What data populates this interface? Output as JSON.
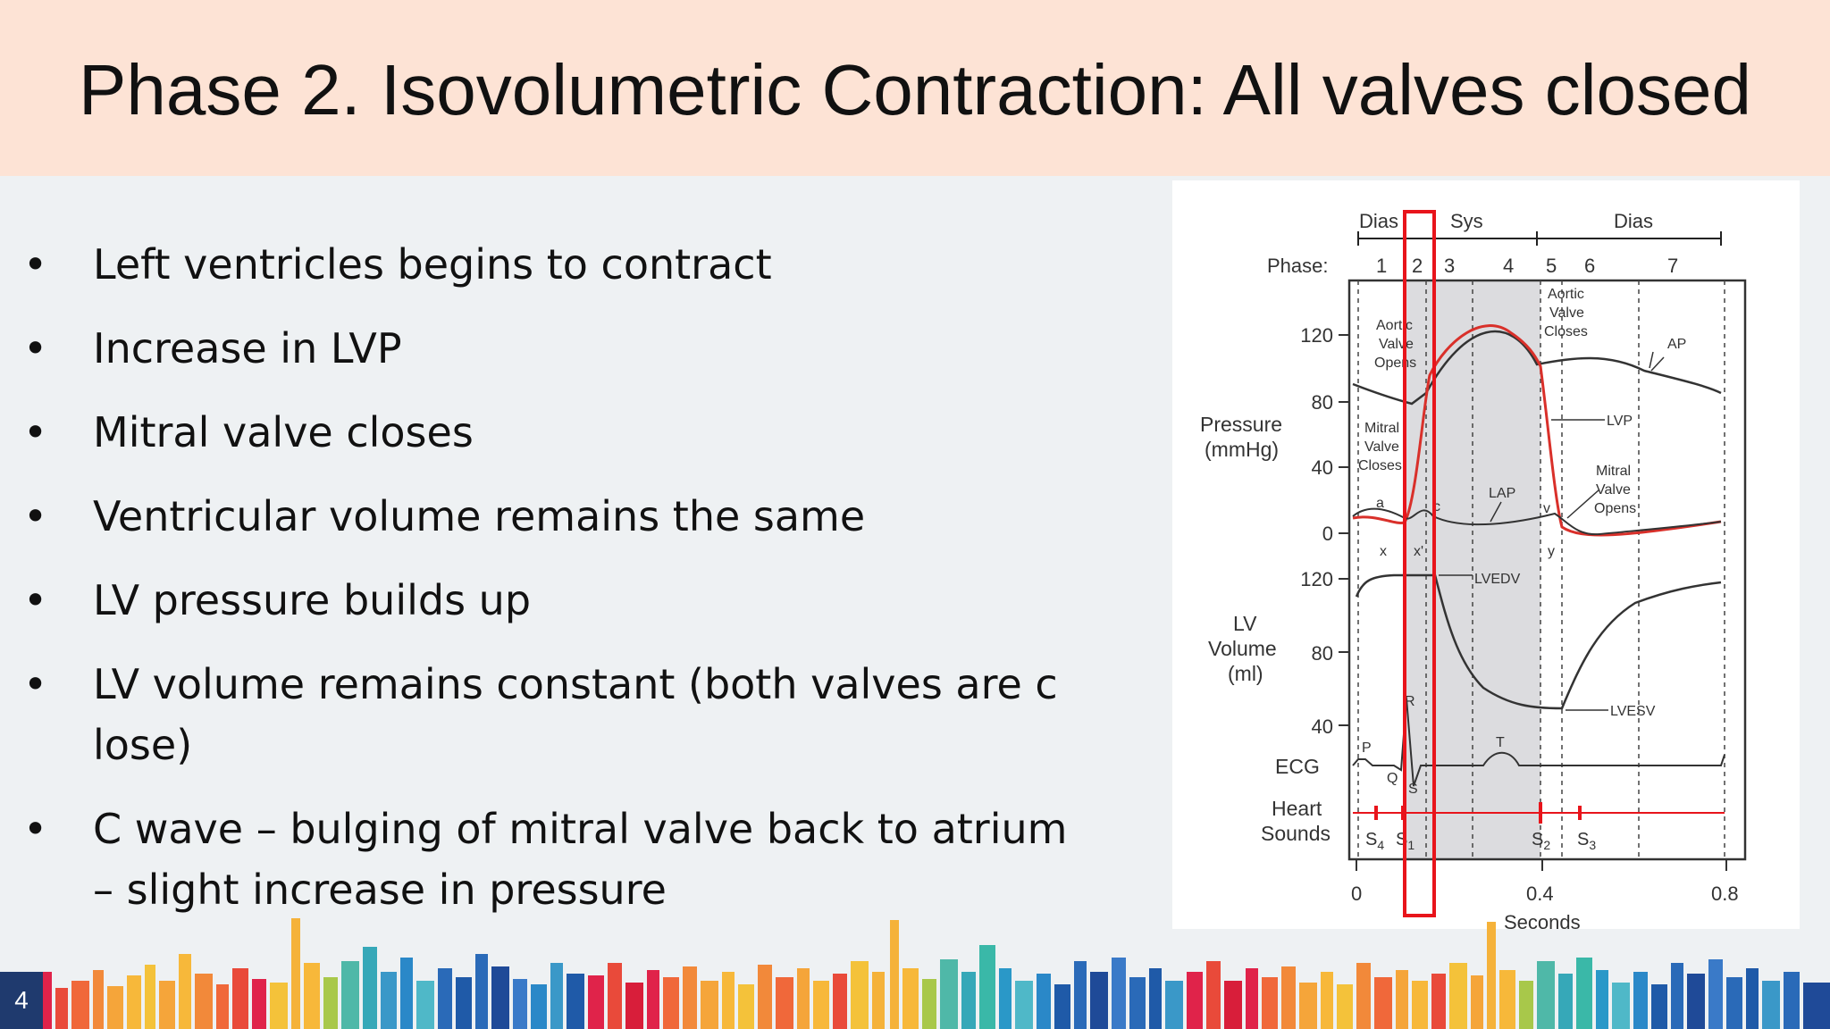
{
  "slide": {
    "title": "Phase 2. Isovolumetric Contraction: All valves closed",
    "page_number": "4",
    "bullets": [
      {
        "line1": "Left ventricles begins to contract",
        "line2": ""
      },
      {
        "line1": "Increase in LVP",
        "line2": ""
      },
      {
        "line1": "Mitral valve closes",
        "line2": ""
      },
      {
        "line1": "Ventricular volume remains the same",
        "line2": ""
      },
      {
        "line1": "LV pressure builds up",
        "line2": ""
      },
      {
        "line1": "LV volume remains constant (both valves are c",
        "line2": "lose)"
      },
      {
        "line1": "C wave – bulging of mitral valve back to atrium",
        "line2": "– slight increase in pressure"
      }
    ],
    "bullet_glyph": "•"
  },
  "diagram": {
    "top": {
      "dias1": "Dias",
      "sys": "Sys",
      "dias2": "Dias"
    },
    "phase_label": "Phase:",
    "phases": [
      "1",
      "2",
      "3",
      "4",
      "5",
      "6",
      "7"
    ],
    "pressure_label": {
      "line1": "Pressure",
      "line2": "(mmHg)"
    },
    "pressure_ticks": [
      "120",
      "80",
      "40",
      "0"
    ],
    "volume_label": {
      "line1": "LV",
      "line2": "Volume",
      "line3": "(ml)"
    },
    "volume_ticks": [
      "120",
      "80",
      "40"
    ],
    "ecg_label": "ECG",
    "heart_label": {
      "line1": "Heart",
      "line2": "Sounds"
    },
    "x_ticks": [
      "0",
      "0.4",
      "0.8"
    ],
    "x_label": "Seconds",
    "annotations": {
      "aortic_opens": [
        "Aortic",
        "Valve",
        "Opens"
      ],
      "aortic_closes": [
        "Aortic",
        "Valve",
        "Closes"
      ],
      "mitral_closes": [
        "Mitral",
        "Valve",
        "Closes"
      ],
      "mitral_opens": [
        "Mitral",
        "Valve",
        "Opens"
      ],
      "ap": "AP",
      "lvp": "LVP",
      "lap": "LAP",
      "lvedv": "LVEDV",
      "lvesv": "LVESV",
      "a": "a",
      "c": "c",
      "v": "v",
      "x": "x",
      "x2": "x'",
      "y": "y",
      "p": "P",
      "q": "Q",
      "r": "R",
      "s": "S",
      "t": "T",
      "s4": "S",
      "s4sub": "4",
      "s1": "S",
      "s1sub": "1",
      "s2": "S",
      "s2sub": "2",
      "s3": "S",
      "s3sub": "3"
    },
    "colors": {
      "highlight": "#e8141b",
      "lvp_curve": "#d9302a",
      "shading": "#dcdcdf",
      "line": "#333333"
    }
  }
}
